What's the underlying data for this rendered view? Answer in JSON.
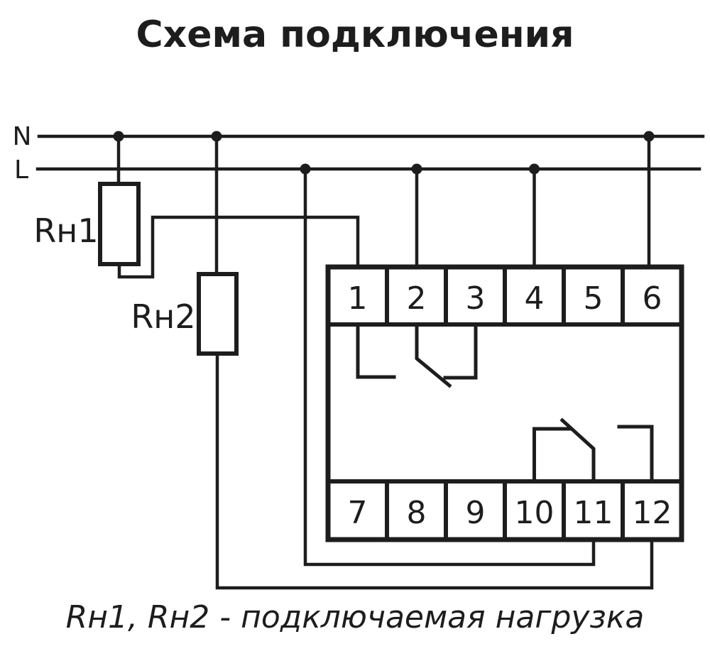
{
  "title": "Схема подключения",
  "buses": {
    "neutral": "N",
    "line": "L"
  },
  "loads": {
    "load1": "Rн1",
    "load2": "Rн2"
  },
  "device": {
    "top_terminals": [
      "1",
      "2",
      "3",
      "4",
      "5",
      "6"
    ],
    "bottom_terminals": [
      "7",
      "8",
      "9",
      "10",
      "11",
      "12"
    ]
  },
  "caption": "Rн1, Rн2 - подключаемая нагрузка",
  "colors": {
    "ink": "#1d1d1d",
    "background": "#ffffff"
  }
}
